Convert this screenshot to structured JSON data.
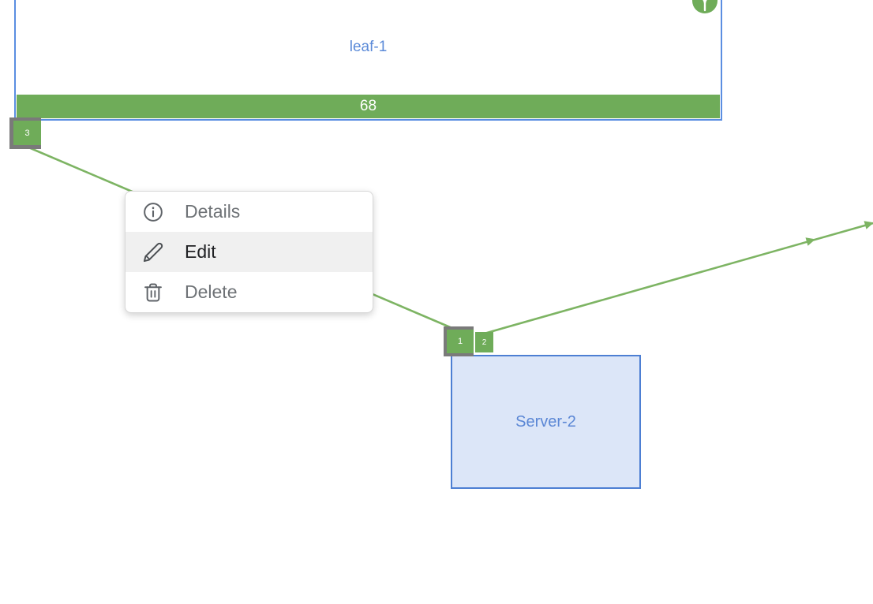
{
  "topology": {
    "nodes": {
      "leaf": {
        "label": "leaf-1",
        "utilization_value": "68",
        "port_badge": "3",
        "status_icon": "branch-status-icon"
      },
      "server": {
        "label": "Server-2",
        "port_badge_1": "1",
        "port_badge_2": "2"
      }
    },
    "links": [
      {
        "name": "link-leaf1-port3-to-server2-port1"
      },
      {
        "name": "link-server2-port2-offscreen"
      }
    ]
  },
  "context_menu": {
    "items": [
      {
        "label": "Details",
        "icon": "info-icon",
        "highlighted": false
      },
      {
        "label": "Edit",
        "icon": "pencil-icon",
        "highlighted": true
      },
      {
        "label": "Delete",
        "icon": "trash-icon",
        "highlighted": false
      }
    ]
  },
  "colors": {
    "accent_green": "#6fac59",
    "edge_green": "#7db463",
    "leaf_border_blue": "#5b8ee1",
    "server_border_blue": "#4d7fd3",
    "server_fill_blue": "#dce6f8",
    "node_label_blue": "#5b8ad8",
    "badge_frame_gray": "#7a7a7a",
    "menu_text_gray": "#6e7276",
    "menu_text_dark": "#202124",
    "menu_highlight": "#f0f0f0"
  }
}
